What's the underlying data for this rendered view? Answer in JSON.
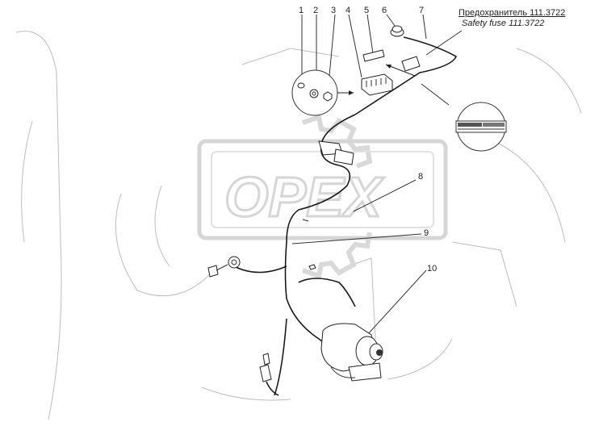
{
  "captions": {
    "fuse_ru": "Предохранитель 111.3722",
    "fuse_en": "Safety fuse 111.3722"
  },
  "callouts": [
    "1",
    "2",
    "3",
    "4",
    "5",
    "6",
    "7",
    "8",
    "9",
    "10"
  ],
  "watermark": "OPEX"
}
